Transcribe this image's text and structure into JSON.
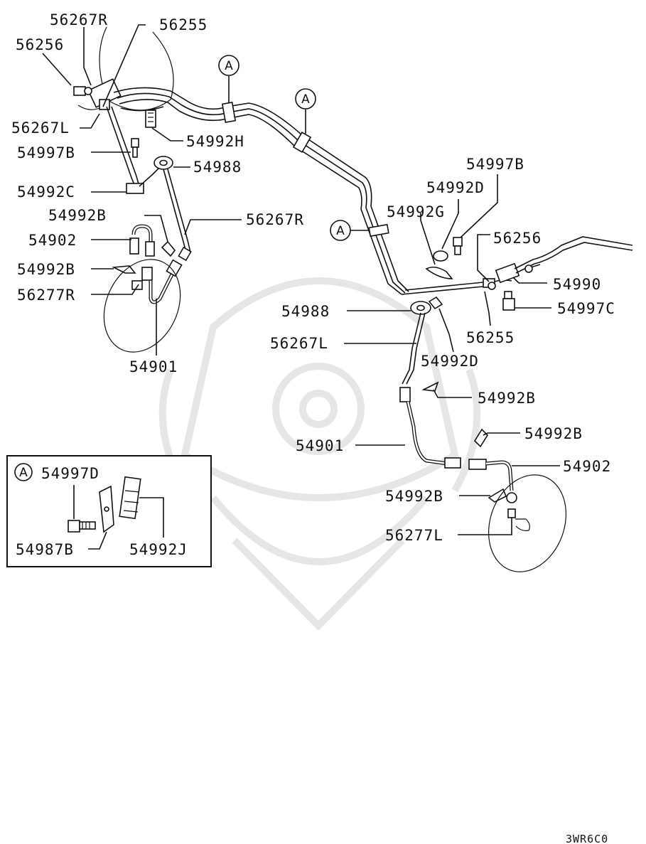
{
  "diagram": {
    "callouts": {
      "c_56267R_top": "56267R",
      "c_56255_top": "56255",
      "c_56256_top": "56256",
      "c_56267L_top": "56267L",
      "c_54992H": "54992H",
      "c_54997B_left": "54997B",
      "c_54988_left": "54988",
      "c_54992C": "54992C",
      "c_54992B_l1": "54992B",
      "c_56267R_mid": "56267R",
      "c_54902_left": "54902",
      "c_54992B_l2": "54992B",
      "c_56277R": "56277R",
      "c_54901_left": "54901",
      "c_54997B_right": "54997B",
      "c_54992D_top": "54992D",
      "c_54992G": "54992G",
      "c_56256_right": "56256",
      "c_54990": "54990",
      "c_54997C": "54997C",
      "c_56255_right": "56255",
      "c_54988_right": "54988",
      "c_56267L_mid": "56267L",
      "c_54992D_bot": "54992D",
      "c_54992B_r1": "54992B",
      "c_54901_right": "54901",
      "c_54992B_r2": "54992B",
      "c_54902_right": "54902",
      "c_54992B_r3": "54992B",
      "c_56277L": "56277L"
    },
    "section_markers": {
      "a1": "A",
      "a2": "A",
      "a3": "A"
    },
    "inset": {
      "marker": "A",
      "c_54997D": "54997D",
      "c_54987B": "54987B",
      "c_54992J": "54992J"
    },
    "diagram_code": "3WR6C0"
  }
}
